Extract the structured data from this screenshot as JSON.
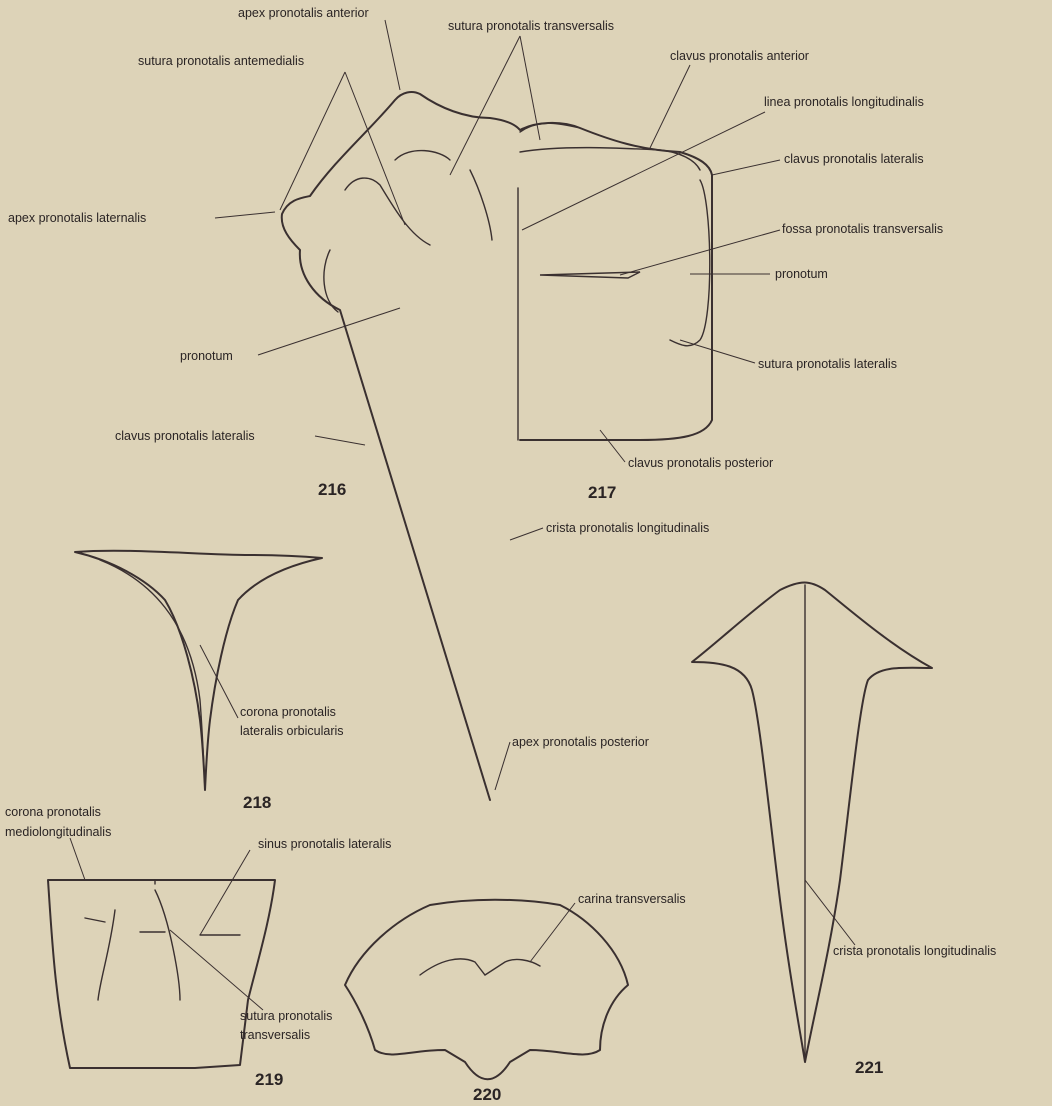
{
  "figures": {
    "f216": "216",
    "f217": "217",
    "f218": "218",
    "f219": "219",
    "f220": "220",
    "f221": "221"
  },
  "labels": {
    "apex_pronotalis_anterior": "apex pronotalis anterior",
    "sutura_pronotalis_transversalis": "sutura pronotalis transversalis",
    "sutura_pronotalis_antemedialis": "sutura pronotalis antemedialis",
    "clavus_pronotalis_anterior": "clavus pronotalis anterior",
    "linea_pronotalis_longitudinalis": "linea pronotalis longitudinalis",
    "clavus_pronotalis_lateralis_right": "clavus pronotalis lateralis",
    "apex_pronotalis_laternalis": "apex pronotalis laternalis",
    "fossa_pronotalis_transversalis": "fossa pronotalis transversalis",
    "pronotum_right": "pronotum",
    "pronotum_left": "pronotum",
    "sutura_pronotalis_lateralis": "sutura pronotalis lateralis",
    "clavus_pronotalis_lateralis_left": "clavus pronotalis lateralis",
    "clavus_pronotalis_posterior": "clavus pronotalis posterior",
    "crista_pronotalis_longitudinalis_217": "crista pronotalis longitudinalis",
    "corona_pronotalis_lateralis_line1": "corona pronotalis",
    "corona_pronotalis_lateralis_line2": "lateralis orbicularis",
    "apex_pronotalis_posterior": "apex pronotalis posterior",
    "corona_mediolong_line1": "corona pronotalis",
    "corona_mediolong_line2": "mediolongitudinalis",
    "sinus_pronotalis_lateralis": "sinus pronotalis lateralis",
    "carina_transversalis": "carina transversalis",
    "sutura_transv_219_line1": "sutura pronotalis",
    "sutura_transv_219_line2": "transversalis",
    "crista_pronotalis_longitudinalis_221": "crista pronotalis longitudinalis"
  }
}
